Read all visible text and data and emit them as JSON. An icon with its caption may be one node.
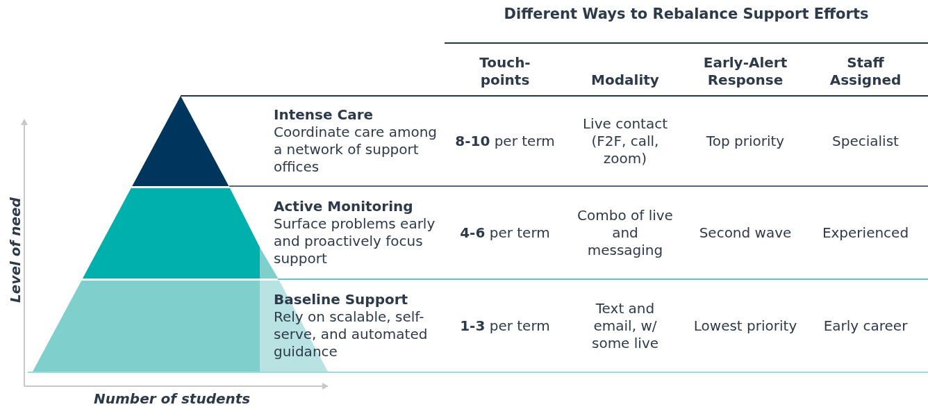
{
  "diagram": {
    "title": "Different Ways to Rebalance Support Efforts",
    "labels": [
      "Touch-points",
      "Modality",
      "Early-Alert Response",
      "Staff Assigned",
      "Intense Care",
      "Coordinate care among a network of support offices",
      "**8-10** per term",
      "Live contact (F2F, call, zoom)",
      "Top priority",
      "Specialist",
      "Active Monitoring",
      "Surface problems early and proactively focus support",
      "**4-6** per term",
      "Combo of live and messaging",
      "Second wave",
      "Experienced",
      "Baseline Support",
      "Rely on scalable, self-serve, and automated guidance",
      "**1-3** per term",
      "Text and email, w/ some live",
      "Lowest priority",
      "Early career",
      "Level of need",
      "Number of students"
    ]
  }
}
